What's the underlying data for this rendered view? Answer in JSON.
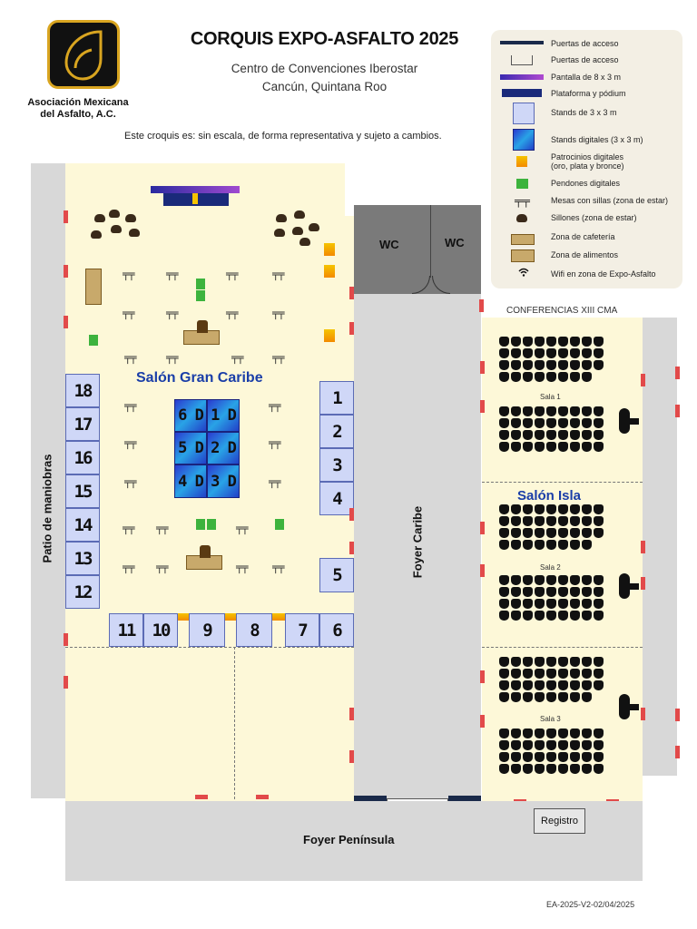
{
  "header": {
    "title": "CORQUIS EXPO-ASFALTO 2025",
    "venue_line1": "Centro de Convenciones Iberostar",
    "venue_line2": "Cancún, Quintana Roo",
    "organization_line1": "Asociación Mexicana",
    "organization_line2": "del Asfalto, A.C.",
    "disclaimer": "Este croquis es: sin escala, de forma representativa y sujeto a cambios."
  },
  "legend": [
    {
      "icon": "access-door-dark-icon",
      "label": "Puertas de acceso"
    },
    {
      "icon": "access-door-red-icon",
      "label": "Puertas de acceso"
    },
    {
      "icon": "screen-icon",
      "label": "Pantalla de 8 x 3  m"
    },
    {
      "icon": "platform-podium-icon",
      "label": "Plataforma y pódium"
    },
    {
      "icon": "stand-icon",
      "label": "Stands de 3 x 3 m"
    },
    {
      "icon": "digital-stand-icon",
      "label": "Stands digitales (3 x 3 m)"
    },
    {
      "icon": "digital-sponsorship-icon",
      "label": "Patrocinios digitales",
      "label2": "(oro, plata y bronce)"
    },
    {
      "icon": "digital-banner-icon",
      "label": "Pendones digitales"
    },
    {
      "icon": "table-chairs-icon",
      "label": "Mesas con sillas (zona de estar)"
    },
    {
      "icon": "armchair-icon",
      "label": "Sillones (zona de estar)"
    },
    {
      "icon": "cafeteria-icon",
      "label": "Zona de cafetería"
    },
    {
      "icon": "food-icon",
      "label": "Zona de alimentos"
    },
    {
      "icon": "wifi-icon",
      "label": "Wifi en zona de Expo-Asfalto"
    }
  ],
  "areas": {
    "salon_gran_caribe": "Salón Gran Caribe",
    "salon_isla": "Salón Isla",
    "foyer_caribe": "Foyer Caribe",
    "foyer_peninsula": "Foyer Península",
    "patio": "Patio de maniobras",
    "wc1": "WC",
    "wc2": "WC",
    "conferencias": "CONFERENCIAS XIII CMA",
    "sala1": "Sala 1",
    "sala2": "Sala 2",
    "sala3": "Sala 3",
    "registro": "Registro"
  },
  "stands": [
    "1",
    "2",
    "3",
    "4",
    "5",
    "6",
    "7",
    "8",
    "9",
    "10",
    "11",
    "12",
    "13",
    "14",
    "15",
    "16",
    "17",
    "18"
  ],
  "digital_stands": [
    "6 D",
    "1 D",
    "5 D",
    "2 D",
    "4 D",
    "3 D"
  ],
  "colors": {
    "accent_blue": "#1a3ea8",
    "logo_gold": "#d9a520",
    "floor_cream": "#fdf8d8",
    "door_red": "#e24a4a"
  },
  "footer": {
    "code": "EA-2025-V2-02/04/2025"
  }
}
